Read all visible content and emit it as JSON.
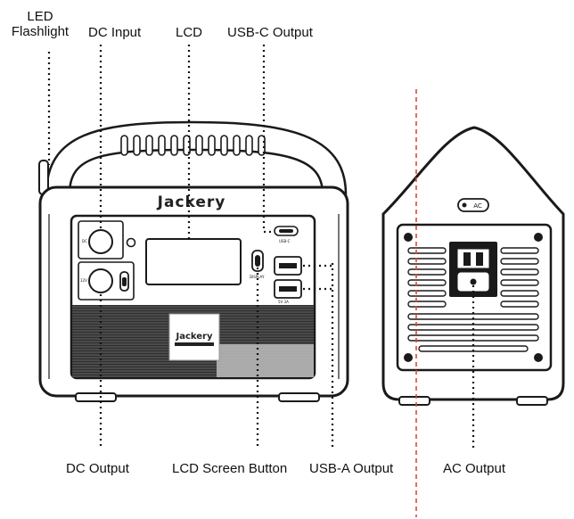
{
  "labels": {
    "led_flashlight_line1": "LED",
    "led_flashlight_line2": "Flashlight",
    "dc_input": "DC Input",
    "lcd": "LCD",
    "usb_c_output": "USB-C Output",
    "dc_output": "DC Output",
    "lcd_screen_button": "LCD Screen Button",
    "usb_a_output": "USB-A Output",
    "ac_output": "AC Output"
  },
  "device": {
    "brand": "Jackery",
    "side_badge": "AC",
    "panel_text_display": "DISPLAY",
    "panel_text_usb": "5V 3A",
    "panel_text_usbc": "USB-C",
    "panel_text_dc_in": "DC",
    "panel_text_dc_out": "12V"
  },
  "colors": {
    "outline": "#1a1a1a",
    "dark_panel": "#3d3d3d",
    "callout_dots": "#111111",
    "divider": "#e0463a"
  }
}
